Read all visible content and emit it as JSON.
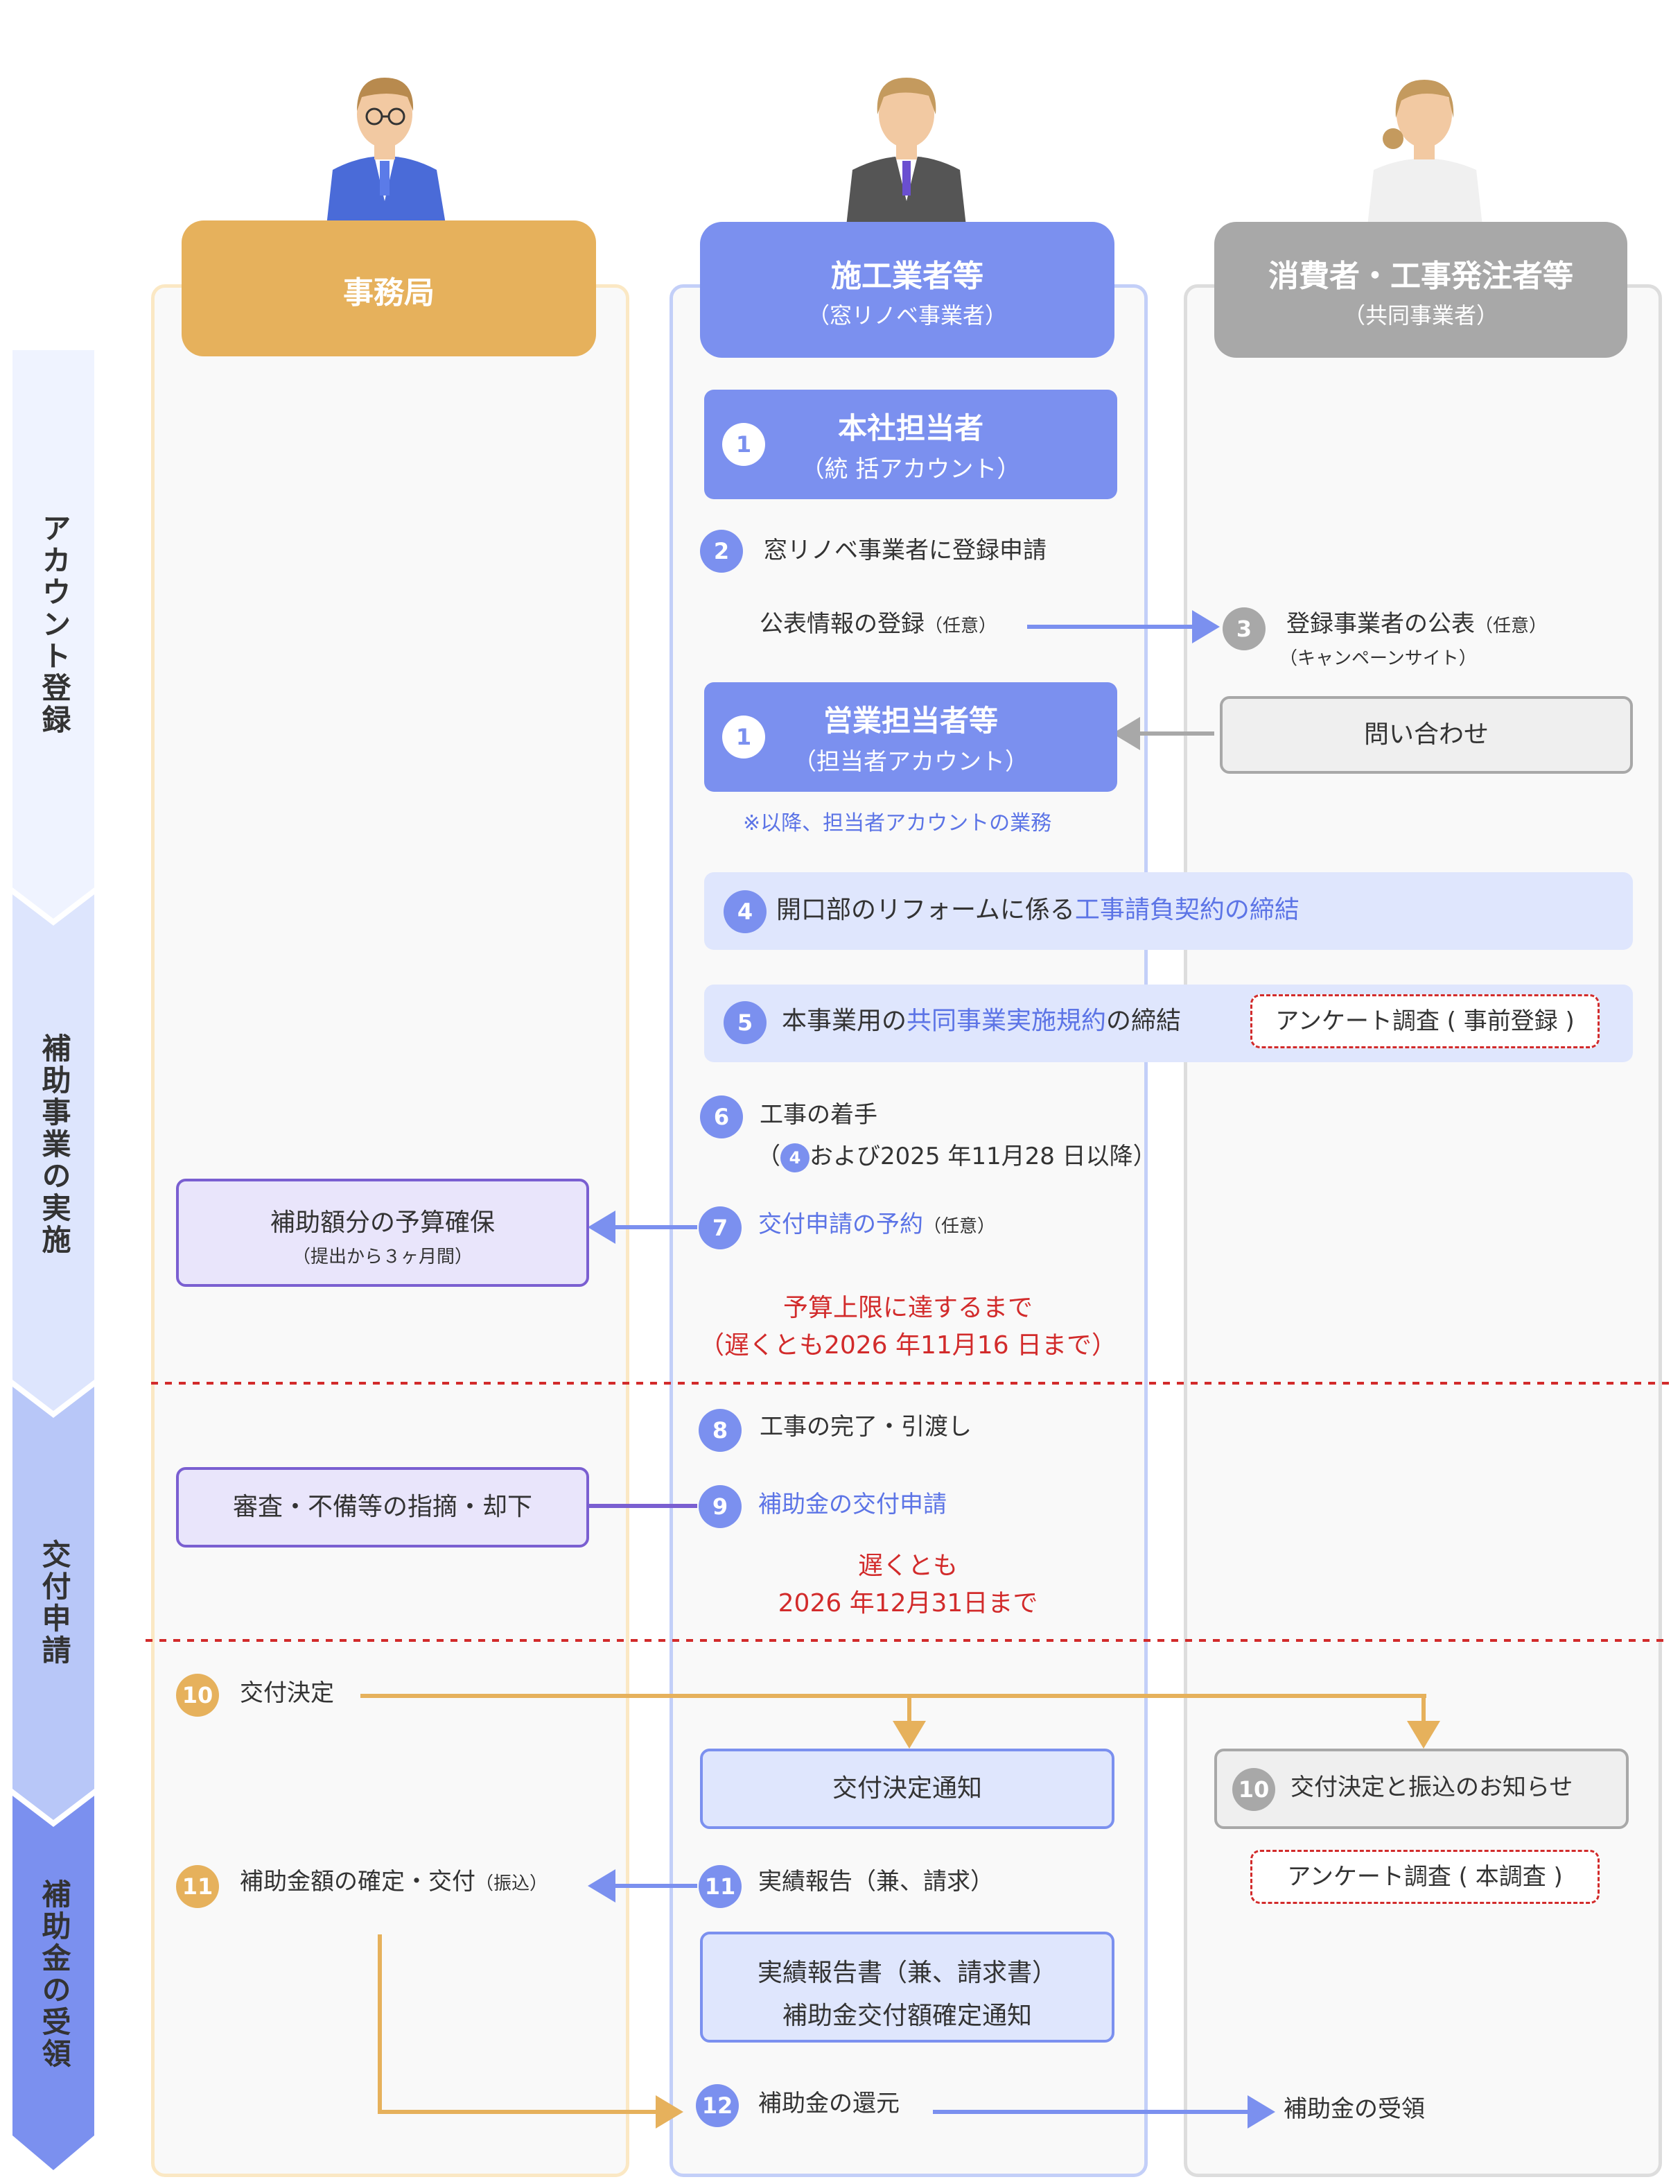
{
  "lanes": {
    "secretariat": {
      "title": "事務局"
    },
    "contractor": {
      "title": "施工業者等",
      "subtitle": "（窓リノベ事業者）"
    },
    "consumer": {
      "title": "消費者・工事発注者等",
      "subtitle": "（共同事業者）"
    }
  },
  "phases": [
    "アカウント登録",
    "補助事業の実施",
    "交付申請",
    "補助金の受領"
  ],
  "steps": {
    "s1a": {
      "num": "1",
      "title": "本社担当者",
      "subtitle": "（統 括アカウント）"
    },
    "s2": {
      "num": "2",
      "text": "窓リノベ事業者に登録申請"
    },
    "s2b": {
      "text": "公表情報の登録",
      "note": "（任意）"
    },
    "s3": {
      "num": "3",
      "text": "登録事業者の公表",
      "note": "（任意）",
      "sub": "（キャンペーンサイト）"
    },
    "s1b": {
      "num": "1",
      "title": "営業担当者等",
      "subtitle": "（担当者アカウント）"
    },
    "inquiry": {
      "text": "問い合わせ"
    },
    "account_note": {
      "text": "※以降、担当者アカウントの業務"
    },
    "s4": {
      "num": "4",
      "pre": "開口部のリフォームに係る",
      "hl": "工事請負契約の締結"
    },
    "s5": {
      "num": "5",
      "pre": "本事業用の",
      "hl": "共同事業実施規約",
      "post": "の締結"
    },
    "survey_pre": {
      "text": "アンケート調査 ( 事前登録 )"
    },
    "s6": {
      "num": "6",
      "text": "工事の着手",
      "sub_pre": "（",
      "sub_num": "4",
      "sub_post": "および2025 年11月28 日以降）"
    },
    "s7": {
      "num": "7",
      "hl": "交付申請の予約",
      "note": "（任意）"
    },
    "budget": {
      "title": "補助額分の予算確保",
      "sub": "（提出から３ヶ月間）"
    },
    "deadline1": {
      "line1": "予算上限に達するまで",
      "line2": "（遅くとも2026 年11月16 日まで）"
    },
    "s8": {
      "num": "8",
      "text": "工事の完了・引渡し"
    },
    "review": {
      "text": "審査・不備等の指摘・却下"
    },
    "s9": {
      "num": "9",
      "hl": "補助金の交付申請"
    },
    "deadline2": {
      "line1": "遅くとも",
      "line2": "2026 年12月31日まで"
    },
    "s10": {
      "num": "10",
      "text": "交付決定"
    },
    "s10_notice": {
      "text": "交付決定通知"
    },
    "s10_consumer": {
      "num": "10",
      "text": "交付決定と振込のお知らせ"
    },
    "s11_sec": {
      "num": "11",
      "text": "補助金額の確定・交付",
      "note": "（振込）"
    },
    "s11": {
      "num": "11",
      "text": "実績報告（兼、請求）"
    },
    "survey_main": {
      "text": "アンケート調査 ( 本調査 )"
    },
    "report_box": {
      "line1": "実績報告書（兼、請求書）",
      "line2": "補助金交付額確定通知"
    },
    "s12": {
      "num": "12",
      "text": "補助金の還元"
    },
    "receive": {
      "text": "補助金の受領"
    }
  },
  "colors": {
    "gold": "#e6b15c",
    "blue": "#7b90ef",
    "gray": "#a8a8a8",
    "red": "#d22b2b",
    "purple": "#7a5fd1"
  }
}
